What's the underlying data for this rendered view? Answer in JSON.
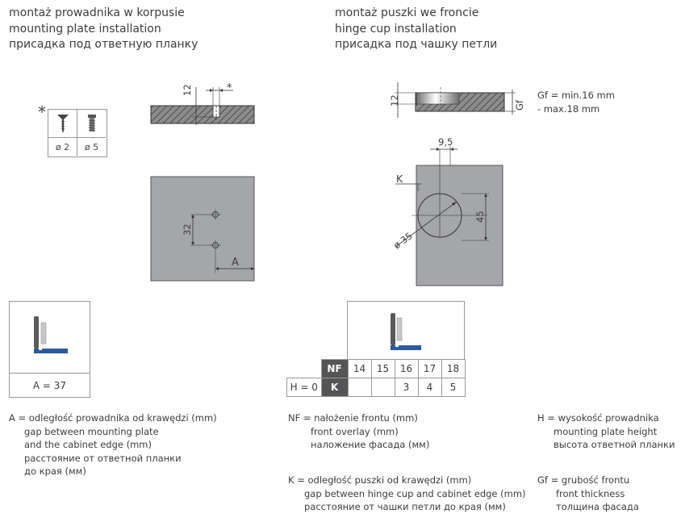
{
  "left_heading": {
    "pl": "montaż prowadnika w korpusie",
    "en": "mounting plate installation",
    "ru": "присадка под ответную планку"
  },
  "right_heading": {
    "pl": "montaż puszki we froncie",
    "en": "hinge cup installation",
    "ru": "присадка под чашку петли"
  },
  "screw_table": {
    "asterisk": "*",
    "diameters": [
      "ø 2",
      "ø 5"
    ]
  },
  "plate_section": {
    "depth_label": "12",
    "asterisk": "*"
  },
  "plate_front": {
    "spacing_label": "32",
    "edge_label": "A"
  },
  "cup_section": {
    "depth_label": "12",
    "gf_label": "Gf",
    "gf_note_1": "Gf = min.16 mm",
    "gf_note_2": "- max.18 mm"
  },
  "cup_front": {
    "offset_label": "9,5",
    "k_label": "K",
    "height_label": "45",
    "diameter_label": "ø 35"
  },
  "a_box": {
    "value": "A = 37"
  },
  "nf_table": {
    "nf_header": "NF",
    "nf_values": [
      "14",
      "15",
      "16",
      "17",
      "18"
    ],
    "h_label": "H = 0",
    "k_header": "K",
    "k_values": [
      "",
      "",
      "3",
      "4",
      "5"
    ]
  },
  "legend_a": {
    "pl": "A = odległość prowadnika od krawędzi (mm)",
    "en1": "gap between mounting plate",
    "en2": "and the cabinet edge (mm)",
    "ru1": "расстояние от ответной планки",
    "ru2": "до края (мм)"
  },
  "legend_nf": {
    "pl": "NF = nałożenie frontu (mm)",
    "en": "front overlay (mm)",
    "ru": "наложение фасада (мм)"
  },
  "legend_k": {
    "pl": "K = odległość puszki od krawędzi (mm)",
    "en": "gap between hinge cup and cabinet edge (mm)",
    "ru": "расстояние от  чашки петли до края (мм)"
  },
  "legend_h": {
    "pl": "H = wysokość prowadnika",
    "en": "mounting plate height",
    "ru": "высота ответной планки"
  },
  "legend_gf": {
    "pl": "Gf = grubość frontu",
    "en": "front thickness",
    "ru": "толщина фасада"
  },
  "colors": {
    "panel_gray": "#a5a6aa",
    "hinge_blue": "#2c5aa0",
    "dark_cell": "#555557"
  }
}
